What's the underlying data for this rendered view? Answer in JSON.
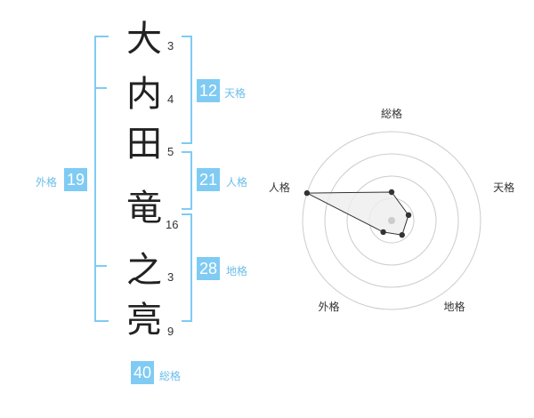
{
  "name": {
    "chars": [
      {
        "char": "大",
        "strokes": "3"
      },
      {
        "char": "内",
        "strokes": "4"
      },
      {
        "char": "田",
        "strokes": "5"
      },
      {
        "char": "竜",
        "strokes": "16"
      },
      {
        "char": "之",
        "strokes": "3"
      },
      {
        "char": "亮",
        "strokes": "9"
      }
    ]
  },
  "fortune": {
    "tenkaku": {
      "value": "12",
      "label": "天格"
    },
    "jinkaku": {
      "value": "21",
      "label": "人格"
    },
    "chikaku": {
      "value": "28",
      "label": "地格"
    },
    "gaikaku": {
      "value": "19",
      "label": "外格"
    },
    "soukaku": {
      "value": "40",
      "label": "総格"
    }
  },
  "colors": {
    "accent": "#7fcbf3",
    "accent_text": "#6cbde9",
    "ring": "#cccccc",
    "polygon_fill": "#eeeeee",
    "marker": "#333333"
  },
  "chart_data": {
    "type": "radar",
    "axes": [
      "総格",
      "天格",
      "地格",
      "外格",
      "人格"
    ],
    "values": [
      1.6,
      1.0,
      1.0,
      0.8,
      5.0
    ],
    "rlim": [
      0,
      5
    ]
  }
}
